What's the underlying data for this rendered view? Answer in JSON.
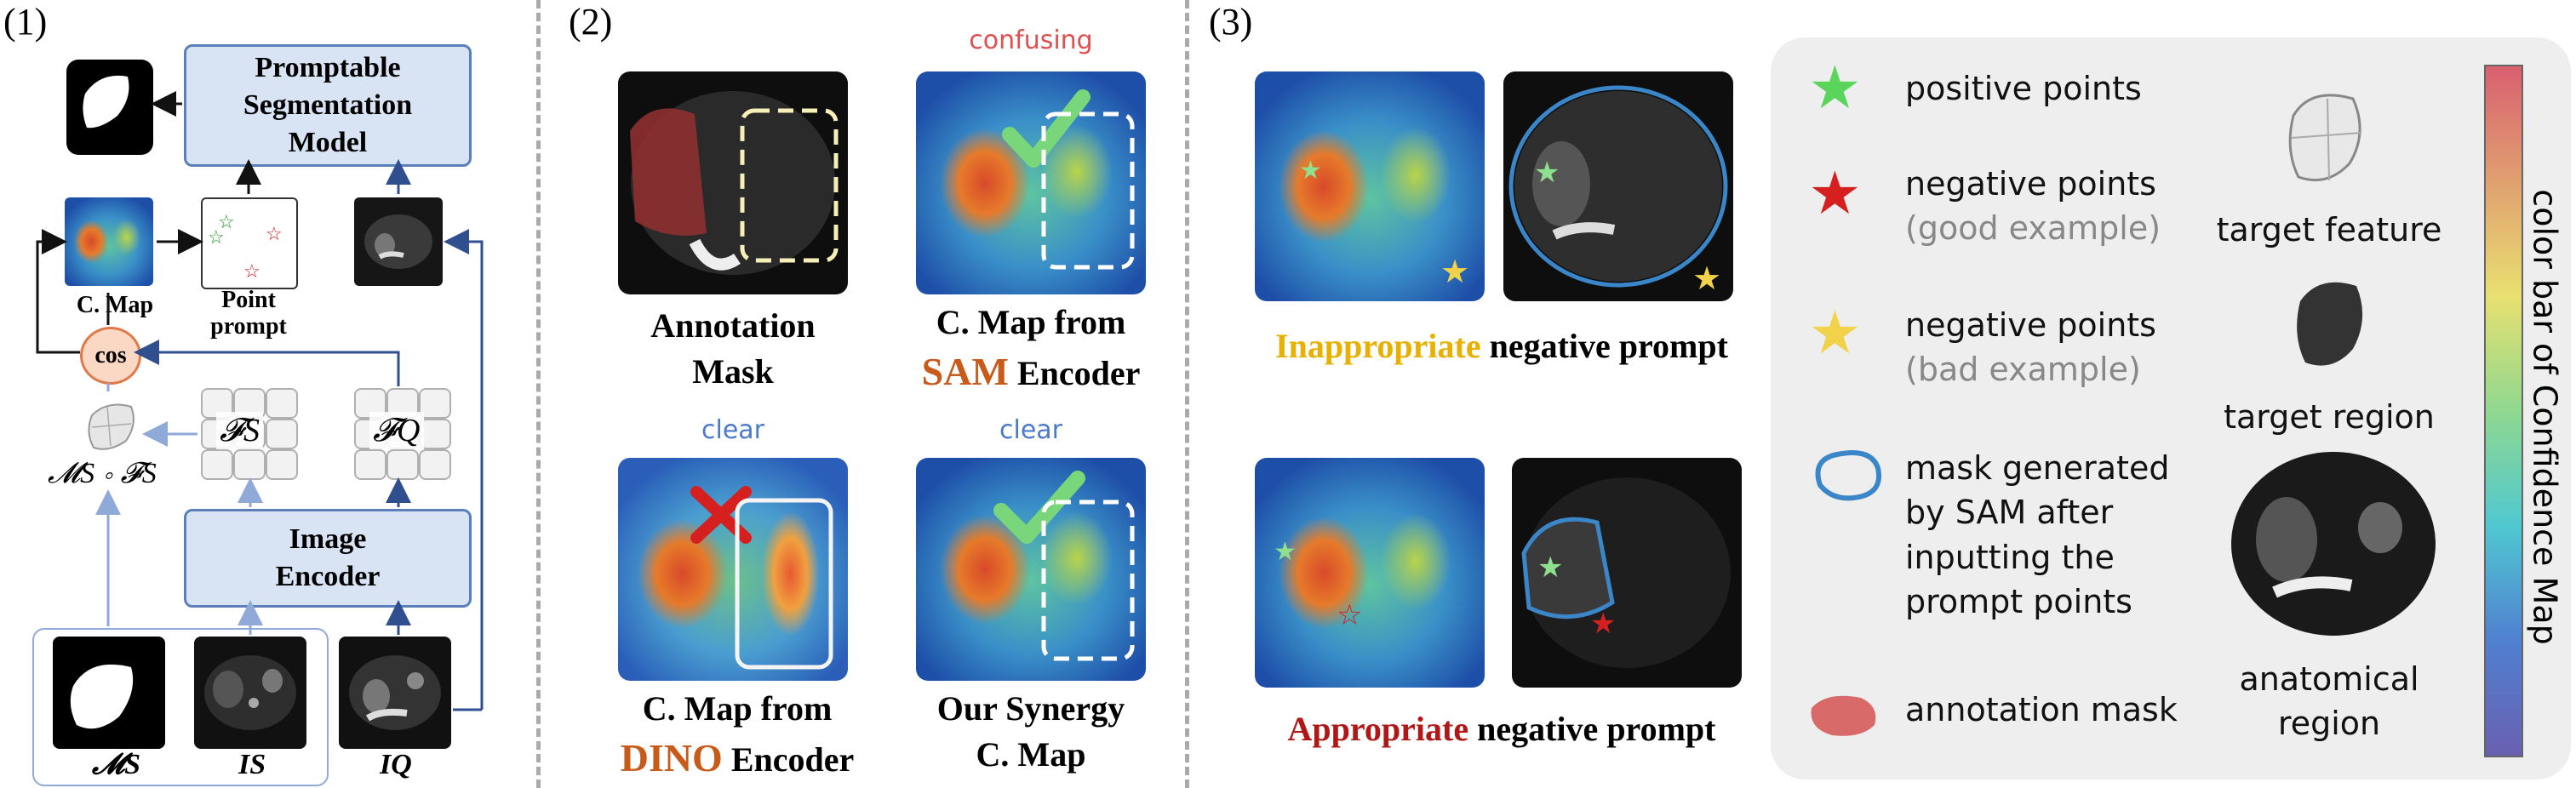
{
  "panel1": {
    "number": "(1)",
    "promptable_model": "Promptable Segmentation Model",
    "image_encoder": "Image Encoder",
    "cmap_label": "C. Map",
    "point_prompt_label": "Point prompt",
    "cos_label": "cos",
    "fs_label": "𝓕S",
    "fq_label": "𝓕Q",
    "ms_fs_label": "𝓜S ∘ 𝓕S",
    "ms_label": "𝓜S",
    "is_label": "IS",
    "iq_label": "IQ"
  },
  "panel2": {
    "number": "(2)",
    "annotation_mask": "Annotation Mask",
    "sam_top": "confusing",
    "sam_line1": "C. Map from",
    "sam_word": "SAM",
    "sam_encoder": "Encoder",
    "dino_top": "clear",
    "dino_line1": "C. Map from",
    "dino_word": "DINO",
    "dino_encoder": "Encoder",
    "syn_top": "clear",
    "syn_line1": "Our Synergy",
    "syn_line2": "C. Map"
  },
  "panel3": {
    "number": "(3)",
    "inappropriate_word": "Inappropriate",
    "inappropriate_rest": "negative prompt",
    "appropriate_word": "Appropriate",
    "appropriate_rest": "negative prompt"
  },
  "legend": {
    "positive": "positive points",
    "negative_good_1": "negative points",
    "negative_good_2": "(good example)",
    "negative_bad_1": "negative points",
    "negative_bad_2": "(bad example)",
    "mask_1": "mask generated",
    "mask_2": "by SAM after",
    "mask_3": "inputting the",
    "mask_4": "prompt points",
    "annotation": "annotation mask",
    "target_feature": "target feature",
    "target_region": "target region",
    "anatomical_1": "anatomical",
    "anatomical_2": "region",
    "colorbar": "color bar of Confidence Map"
  },
  "colors": {
    "box_fill": "#d8e4f4",
    "arrow_blue": "#2f4f8f",
    "arrow_light": "#8fa9d8",
    "sam_orange": "#c85a1a",
    "confusing_red": "#e05050",
    "clear_blue": "#4a7acc",
    "inappropriate_yellow": "#e8b000",
    "appropriate_red": "#b01818"
  }
}
